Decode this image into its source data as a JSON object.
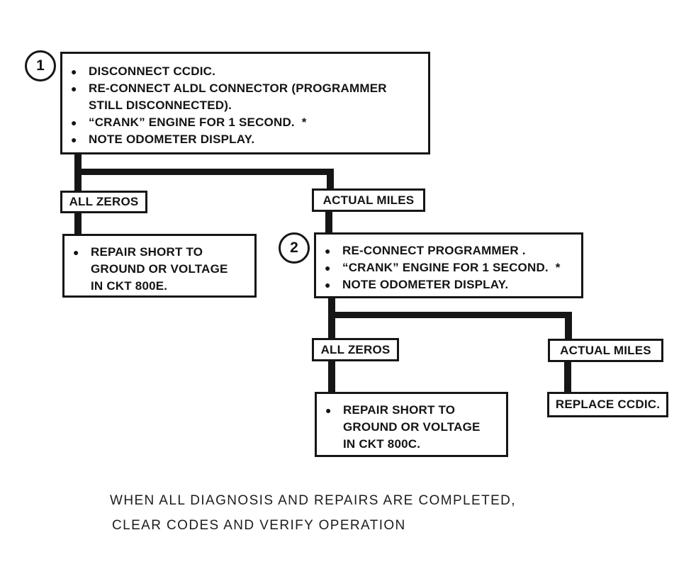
{
  "diagram": {
    "steps": {
      "step1": {
        "number": "1",
        "items": [
          "DISCONNECT CCDIC.",
          "RE-CONNECT ALDL CONNECTOR (PROGRAMMER\nSTILL DISCONNECTED).",
          "“CRANK” ENGINE FOR 1 SECOND.  *",
          "NOTE ODOMETER DISPLAY."
        ]
      },
      "step2": {
        "number": "2",
        "items": [
          "RE-CONNECT PROGRAMMER .",
          "“CRANK” ENGINE FOR 1 SECOND.  *",
          "NOTE ODOMETER DISPLAY."
        ]
      }
    },
    "outcomes": {
      "branch1_left": "ALL ZEROS",
      "branch1_right": "ACTUAL MILES",
      "branch2_left": "ALL ZEROS",
      "branch2_right": "ACTUAL MILES"
    },
    "actions": {
      "repair1": [
        "REPAIR SHORT TO\nGROUND OR VOLTAGE\nIN CKT 800E."
      ],
      "repair2": [
        "REPAIR SHORT TO\nGROUND OR VOLTAGE\nIN CKT 800C."
      ],
      "replace": "REPLACE CCDIC."
    },
    "footer": {
      "line1": "WHEN ALL DIAGNOSIS AND REPAIRS ARE COMPLETED,",
      "line2": "CLEAR CODES AND VERIFY OPERATION"
    }
  },
  "colors": {
    "ink": "#161616",
    "paper": "#ffffff"
  }
}
